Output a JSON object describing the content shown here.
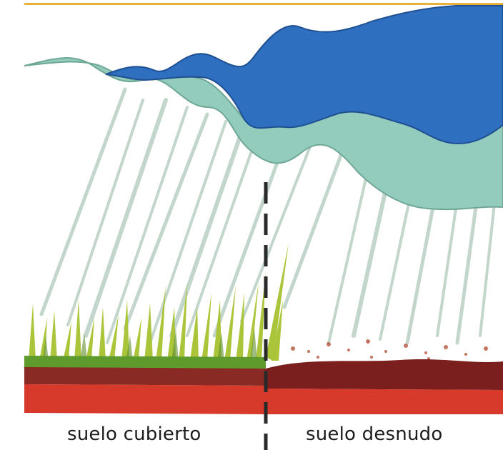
{
  "labels": {
    "covered": "suelo cubierto",
    "bare": "suelo desnudo"
  },
  "colors": {
    "accent_line": "#e9b23a",
    "cloud_dark": "#2f6fc0",
    "cloud_light": "#93cbbd",
    "rain": "#b9d0c2",
    "grass": "#a7c230",
    "grass_base": "#5e8f2c",
    "soil_dark": "#7a1e1e",
    "soil_red": "#d7392a",
    "divider": "#2a2a2a"
  },
  "icons": {
    "cloud": "rain-cloud",
    "grass": "grass",
    "soil": "soil-layer"
  }
}
